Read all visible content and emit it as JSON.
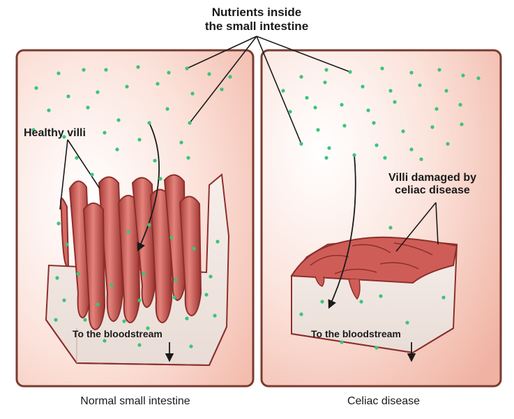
{
  "labels": {
    "nutrients_line1": "Nutrients inside",
    "nutrients_line2": "the small intestine",
    "healthy_villi": "Healthy villi",
    "damaged_line1": "Villi damaged by",
    "damaged_line2": "celiac disease",
    "bloodstream_left": "To the bloodstream",
    "bloodstream_right": "To the bloodstream"
  },
  "captions": {
    "left": "Normal small intestine",
    "right": "Celiac disease"
  },
  "colors": {
    "panel_border": "#7a3b30",
    "tissue_pink": "#f5c1b4",
    "villi_red": "#c9554f",
    "villi_dark": "#8c2f2b",
    "tissue_cross_section": "#f6eeea",
    "nutrient_green": "#3cc47a",
    "arrow": "#1a1a1a"
  }
}
